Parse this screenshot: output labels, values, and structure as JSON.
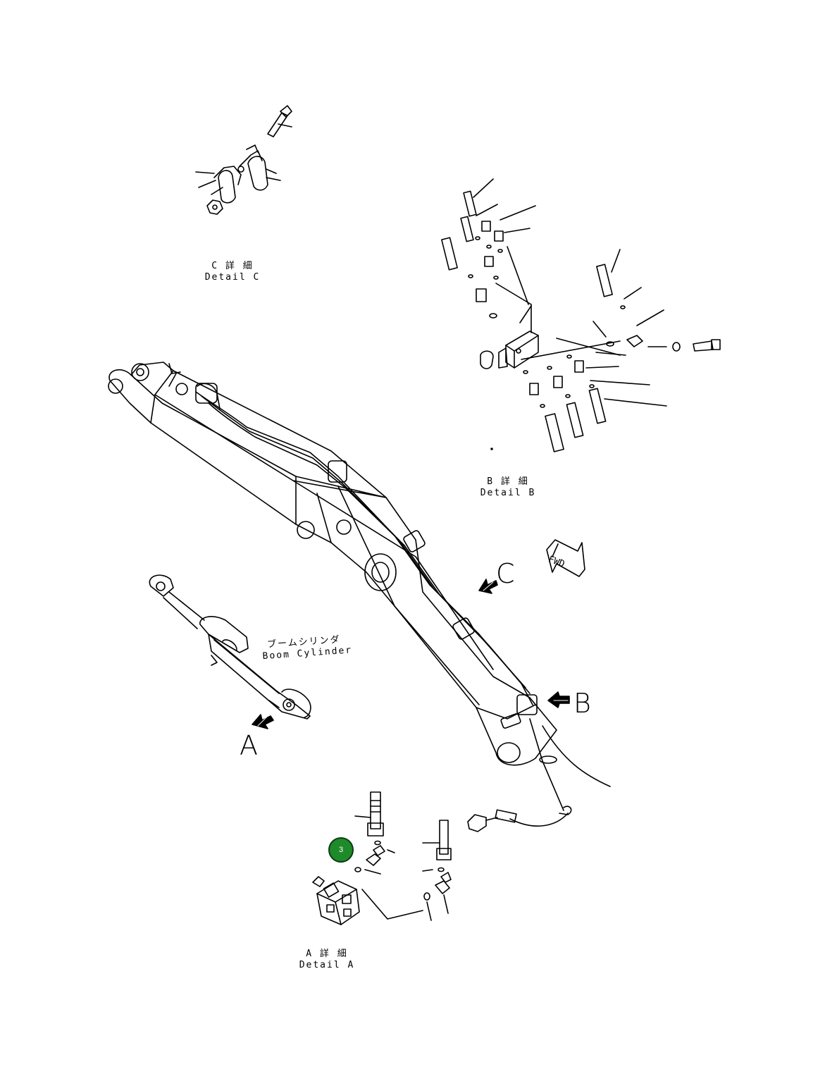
{
  "detail_c": {
    "jp": "C 詳 細",
    "en": "Detail C"
  },
  "detail_b": {
    "jp": "B 詳 細",
    "en": "Detail B"
  },
  "detail_a": {
    "jp": "A 詳 細",
    "en": "Detail A"
  },
  "boom_cylinder": {
    "jp": "ブームシリンダ",
    "en": "Boom Cylinder"
  },
  "view_labels": {
    "a": "A",
    "b": "B",
    "c": "C"
  },
  "fwd": "FWD",
  "marker": {
    "number": "3",
    "color": "#1f8a2a"
  }
}
